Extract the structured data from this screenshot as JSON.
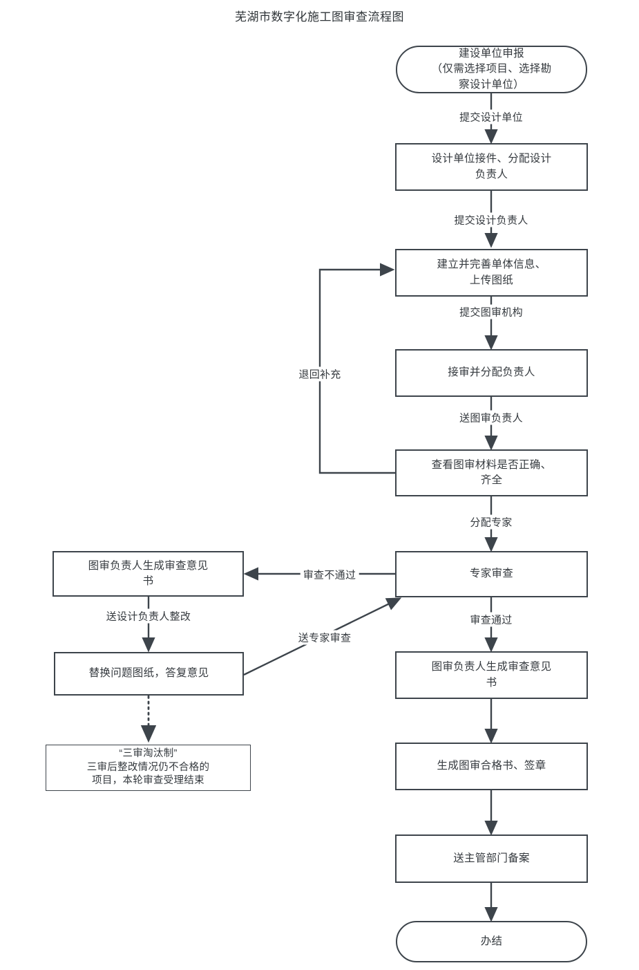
{
  "title": "芜湖市数字化施工图审查流程图",
  "theme": {
    "background": "#ffffff",
    "node_border": "#3d444b",
    "node_fill": "#ffffff",
    "text": "#34393e",
    "edge_stroke": "#3d444b"
  },
  "chart_data": {
    "type": "diagram",
    "title": "芜湖市数字化施工图审查流程图",
    "nodes": [
      {
        "id": "n1",
        "label": "建设单位申报\n（仅需选择项目、选择勘察设计单位）",
        "shape": "terminator"
      },
      {
        "id": "n2",
        "label": "设计单位接件、分配设计负责人",
        "shape": "rect"
      },
      {
        "id": "n3",
        "label": "建立并完善单体信息、上传图纸",
        "shape": "rect"
      },
      {
        "id": "n4",
        "label": "接审并分配负责人",
        "shape": "rect"
      },
      {
        "id": "n5",
        "label": "查看图审材料是否正确、齐全",
        "shape": "rect"
      },
      {
        "id": "n6",
        "label": "专家审查",
        "shape": "rect"
      },
      {
        "id": "n7",
        "label": "图审负责人生成审查意见书",
        "shape": "rect"
      },
      {
        "id": "n8",
        "label": "生成图审合格书、签章",
        "shape": "rect"
      },
      {
        "id": "n9",
        "label": "送主管部门备案",
        "shape": "rect"
      },
      {
        "id": "n10",
        "label": "办结",
        "shape": "terminator"
      },
      {
        "id": "n11",
        "label": "图审负责人生成审查意见书",
        "shape": "rect"
      },
      {
        "id": "n12",
        "label": "替换问题图纸，答复意见",
        "shape": "rect"
      },
      {
        "id": "n13",
        "label": "“三审淘汰制”\n三审后整改情况仍不合格的项目，本轮审查受理结束",
        "shape": "note"
      }
    ],
    "edges": [
      {
        "from": "n1",
        "to": "n2",
        "label": "提交设计单位",
        "style": "solid"
      },
      {
        "from": "n2",
        "to": "n3",
        "label": "提交设计负责人",
        "style": "solid"
      },
      {
        "from": "n3",
        "to": "n4",
        "label": "提交图审机构",
        "style": "solid"
      },
      {
        "from": "n4",
        "to": "n5",
        "label": "送图审负责人",
        "style": "solid"
      },
      {
        "from": "n5",
        "to": "n3",
        "label": "退回补充",
        "style": "solid"
      },
      {
        "from": "n5",
        "to": "n6",
        "label": "分配专家",
        "style": "solid"
      },
      {
        "from": "n6",
        "to": "n11",
        "label": "审查不通过",
        "style": "solid"
      },
      {
        "from": "n6",
        "to": "n7",
        "label": "审查通过",
        "style": "solid"
      },
      {
        "from": "n11",
        "to": "n12",
        "label": "送设计负责人整改",
        "style": "solid"
      },
      {
        "from": "n12",
        "to": "n6",
        "label": "送专家审查",
        "style": "solid"
      },
      {
        "from": "n12",
        "to": "n13",
        "label": "",
        "style": "dotted"
      },
      {
        "from": "n7",
        "to": "n8",
        "label": "",
        "style": "solid"
      },
      {
        "from": "n8",
        "to": "n9",
        "label": "",
        "style": "solid"
      },
      {
        "from": "n9",
        "to": "n10",
        "label": "",
        "style": "solid"
      }
    ]
  },
  "nodes": {
    "n1": {
      "line1": "建设单位申报",
      "line2": "（仅需选择项目、选择勘",
      "line3": "察设计单位）"
    },
    "n2": {
      "line1": "设计单位接件、分配设计",
      "line2": "负责人"
    },
    "n3": {
      "line1": "建立并完善单体信息、",
      "line2": "上传图纸"
    },
    "n4": {
      "line1": "接审并分配负责人"
    },
    "n5": {
      "line1": "查看图审材料是否正确、",
      "line2": "齐全"
    },
    "n6": {
      "line1": "专家审查"
    },
    "n7": {
      "line1": "图审负责人生成审查意见",
      "line2": "书"
    },
    "n8": {
      "line1": "生成图审合格书、签章"
    },
    "n9": {
      "line1": "送主管部门备案"
    },
    "n10": {
      "line1": "办结"
    },
    "n11": {
      "line1": "图审负责人生成审查意见",
      "line2": "书"
    },
    "n12": {
      "line1": "替换问题图纸，答复意见"
    },
    "n13": {
      "line1": "“三审淘汰制”",
      "line2": "三审后整改情况仍不合格的",
      "line3": "项目，本轮审查受理结束"
    }
  },
  "edge_labels": {
    "e1": "提交设计单位",
    "e2": "提交设计负责人",
    "e3": "提交图审机构",
    "e4": "送图审负责人",
    "e5": "退回补充",
    "e6": "分配专家",
    "e7": "审查不通过",
    "e8": "审查通过",
    "e9": "送设计负责人整改",
    "e10": "送专家审查"
  }
}
